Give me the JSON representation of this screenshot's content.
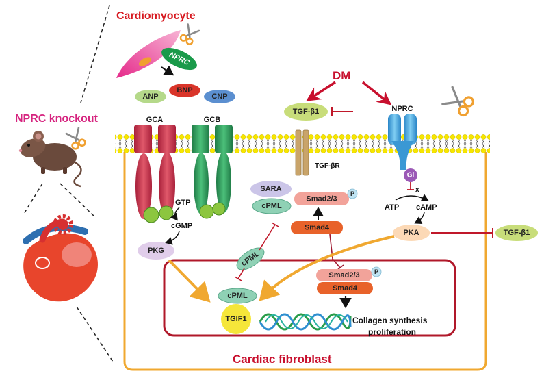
{
  "labels": {
    "cardiomyocyte": "Cardiomyocyte",
    "nprc_knockout": "NPRC knockout",
    "dm": "DM",
    "gca": "GCA",
    "gcb": "GCB",
    "gtp": "GTP",
    "cgmp": "cGMP",
    "tgf_br": "TGF-βR",
    "nprc_receptor": "NPRC",
    "inhibited_x": "x",
    "atp": "ATP",
    "camp": "cAMP",
    "collagen_line1": "Collagen synthesis",
    "collagen_line2": "proliferation",
    "cardiac_fibroblast": "Cardiac fibroblast"
  },
  "molecules": {
    "nprc_cardiomyocyte": "NPRC",
    "anp": "ANP",
    "bnp": "BNP",
    "cnp": "CNP",
    "tgf_b1_top": "TGF-β1",
    "tgf_b1_right": "TGF-β1",
    "gi": "Gi",
    "pkg": "PKG",
    "pka": "PKA",
    "sara": "SARA",
    "cpml_cytoplasm": "cPML",
    "smad23_cytoplasm": "Smad2/3",
    "smad23_cytoplasm_p": "P",
    "smad4_cytoplasm": "Smad4",
    "cpml_transit": "cPML",
    "cpml_nucleus": "cPML",
    "tgif1": "TGIF1",
    "smad23_nucleus": "Smad2/3",
    "smad23_nucleus_p": "P",
    "smad4_nucleus": "Smad4"
  },
  "colors": {
    "knockout_label": "#d6247f",
    "title_red": "#d71920",
    "activation_arrow": "#f0a830",
    "inhibition": "#c0182a",
    "membrane": "#f7e600",
    "cell_border": "#f0a830",
    "nucleus_border": "#b0182a"
  },
  "icons": [
    "mouse-icon",
    "scissors-icon",
    "heart-icon",
    "dna-helix-icon"
  ]
}
